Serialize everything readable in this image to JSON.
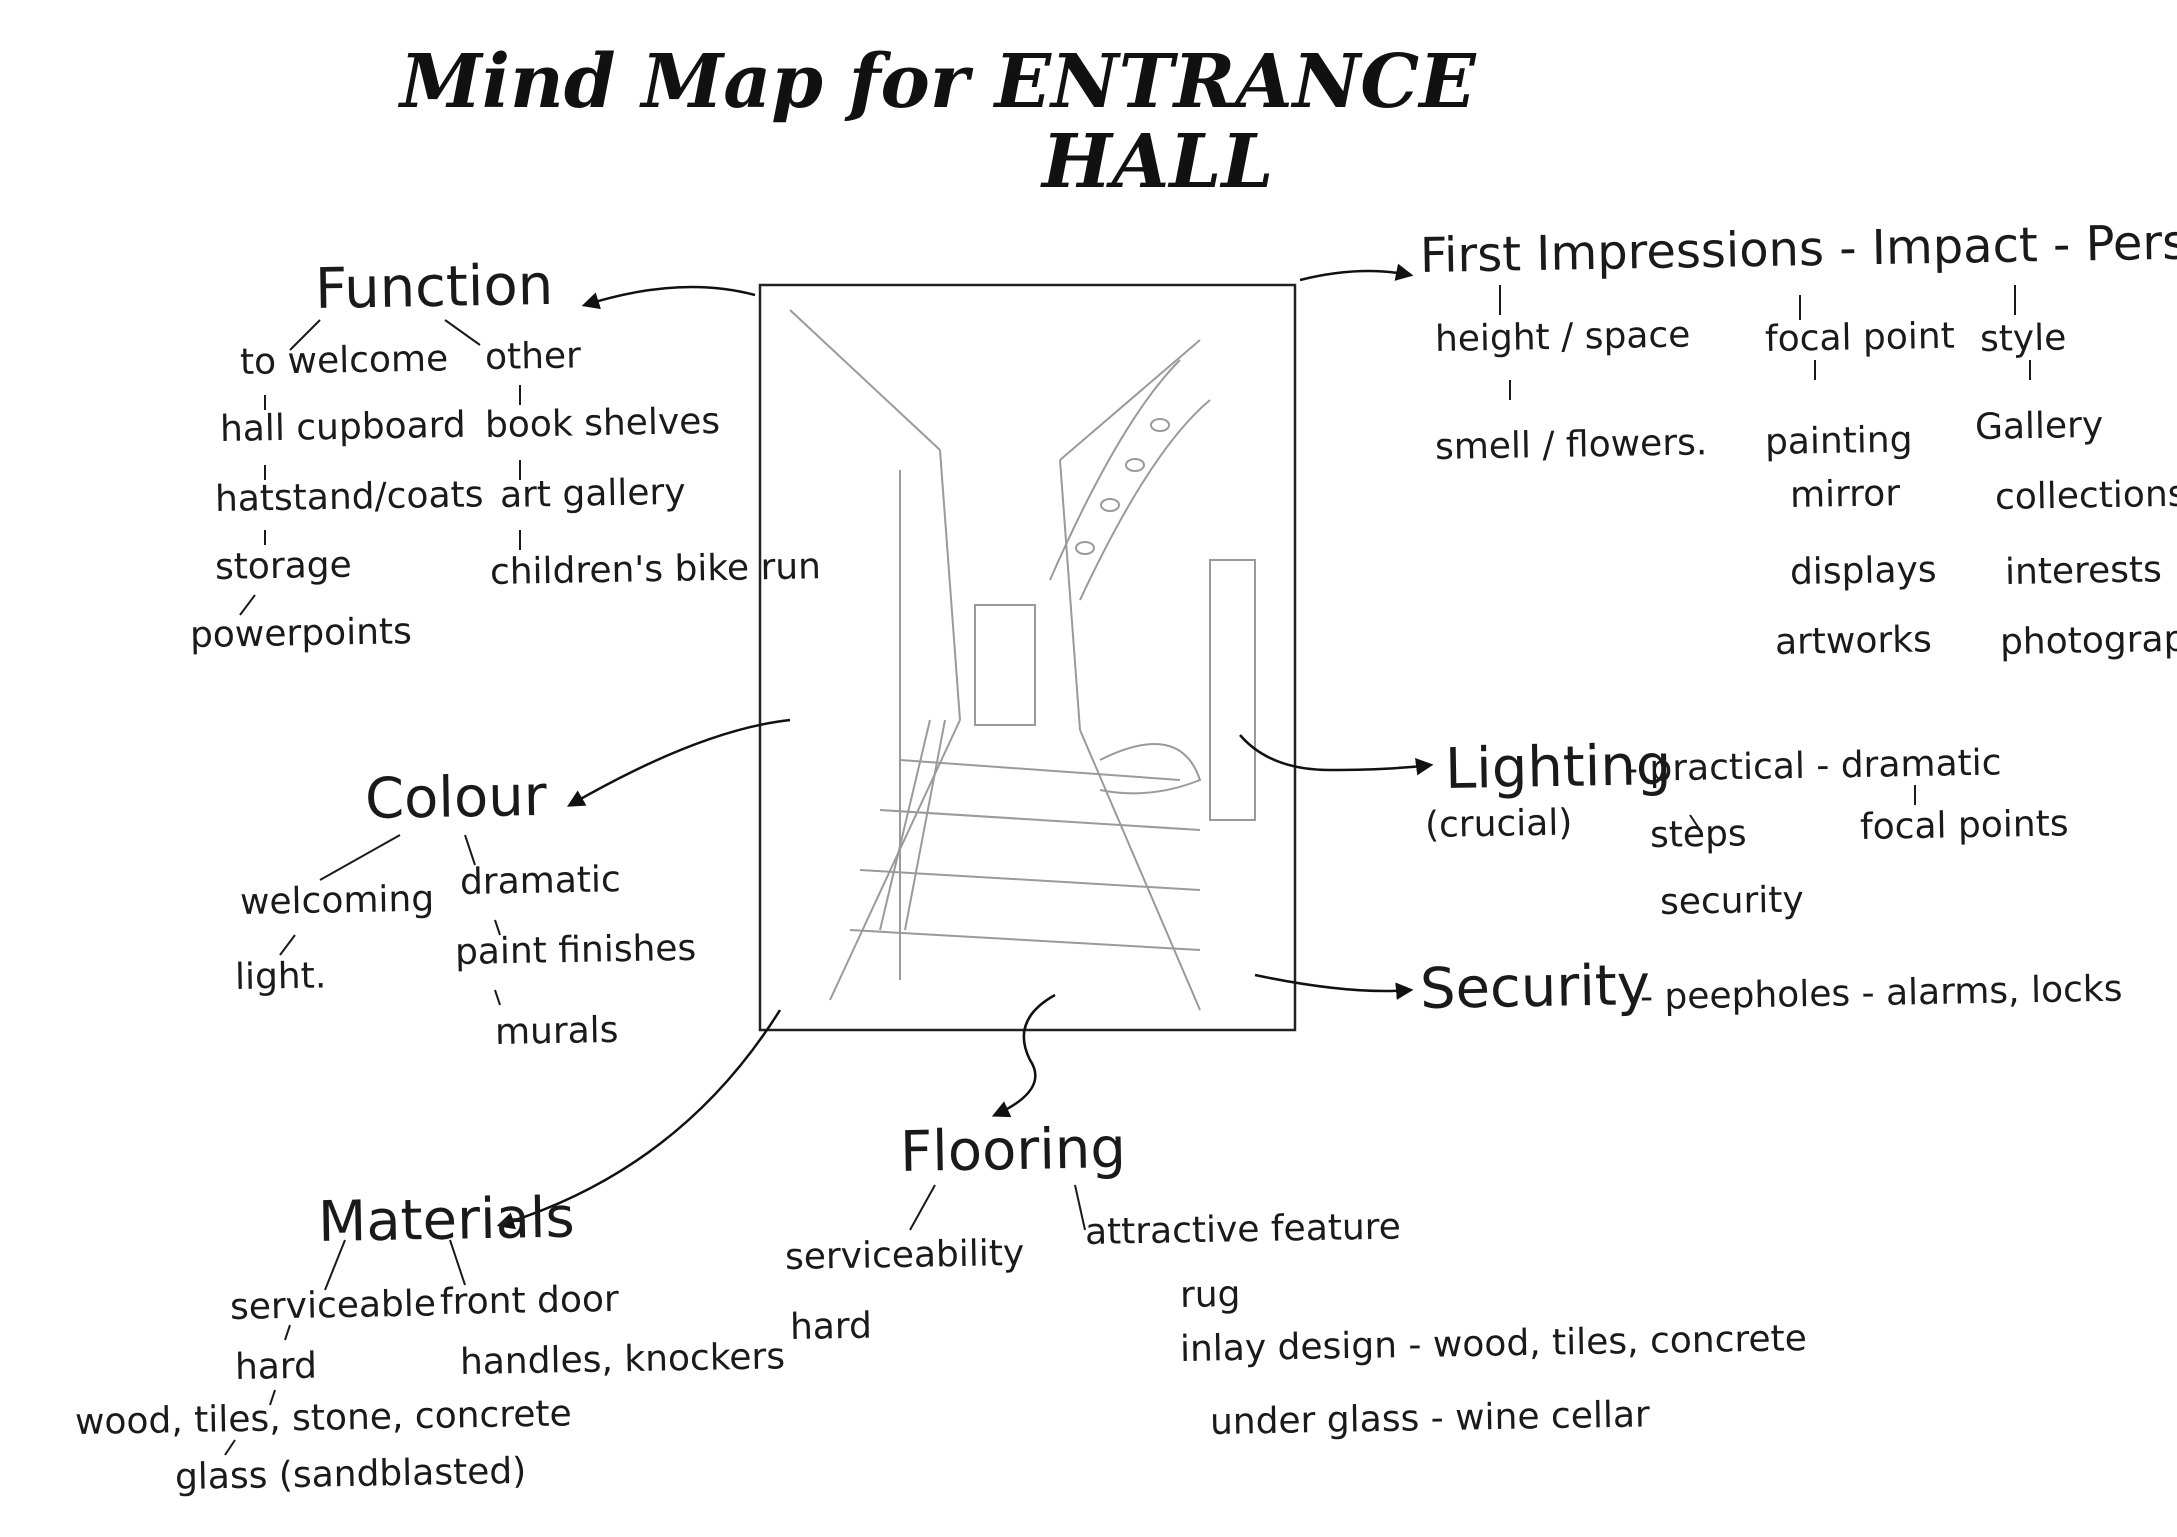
{
  "title": {
    "line1": "Mind Map for ENTRANCE",
    "line2": "HALL"
  },
  "branches": {
    "function": {
      "hub": "Function",
      "left": [
        "to welcome",
        "hall cupboard",
        "hatstand/coats",
        "storage",
        "powerpoints"
      ],
      "right": [
        "other",
        "book shelves",
        "art gallery",
        "children's bike run"
      ]
    },
    "colour": {
      "hub": "Colour",
      "left": [
        "welcoming",
        "light."
      ],
      "right": [
        "dramatic",
        "paint finishes",
        "murals"
      ]
    },
    "materials": {
      "hub": "Materials",
      "left": [
        "serviceable",
        "hard",
        "wood, tiles, stone, concrete",
        "glass (sandblasted)"
      ],
      "right": [
        "front door",
        "handles, knockers"
      ]
    },
    "flooring": {
      "hub": "Flooring",
      "left": [
        "serviceability",
        "hard"
      ],
      "right": [
        "attractive feature",
        "rug",
        "inlay design - wood, tiles, concrete",
        "under glass - wine cellar"
      ]
    },
    "first_impressions": {
      "hub": "First Impressions - Impact - Personality",
      "col1": [
        "height / space",
        "smell / flowers."
      ],
      "col2": [
        "focal point",
        "painting",
        "mirror",
        "displays",
        "artworks"
      ],
      "col3": [
        "style",
        "Gallery",
        "collections",
        "interests",
        "photographs"
      ]
    },
    "lighting": {
      "hub": "Lighting",
      "note": "(crucial)",
      "line": "- practical - dramatic",
      "sub1": [
        "steps",
        "security"
      ],
      "sub2": [
        "focal points"
      ]
    },
    "security": {
      "hub": "Security",
      "line": "- peepholes - alarms, locks"
    }
  },
  "colors": {
    "ink": "#1a1a1a",
    "pencil": "#9a9a9a",
    "paper": "#ffffff"
  }
}
